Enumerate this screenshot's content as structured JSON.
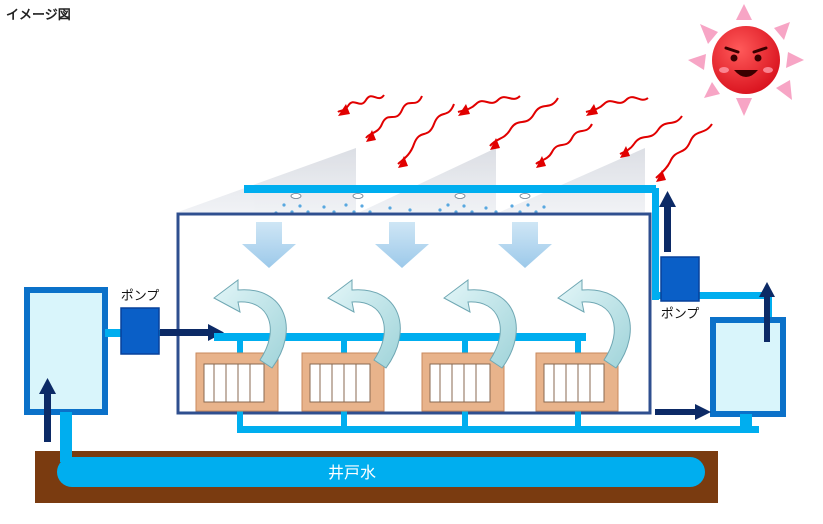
{
  "title": "イメージ図",
  "labels": {
    "pump_left": "ポンプ",
    "pump_right": "ポンプ",
    "well_water": "井戸水"
  },
  "colors": {
    "pipe": "#00aeef",
    "frame": "#2f4f8f",
    "pump": "#0a5fc7",
    "tank_fill": "#d9f5fb",
    "tank_border": "#0b71c9",
    "ground": "#7a3b10",
    "arrow_dark": "#0c2a66",
    "heat_arrow": "#e10000",
    "sun": "#e8232e",
    "sun_ray": "#f7a5c5",
    "panel": "#e8b38b",
    "airflow": "#aee0e6"
  },
  "icons": {
    "sun": "smiling-sun-icon",
    "pump": "pump-icon",
    "nozzle": "spray-nozzle-icon"
  }
}
